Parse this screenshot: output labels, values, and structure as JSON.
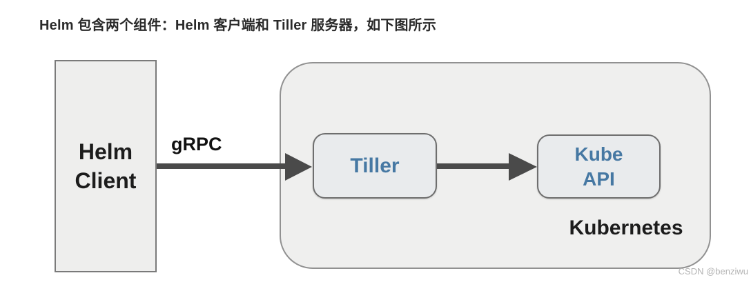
{
  "caption": "Helm 包含两个组件：Helm 客户端和 Tiller 服务器，如下图所示",
  "diagram": {
    "helm_client": {
      "line1": "Helm",
      "line2": "Client"
    },
    "grpc_label": "gRPC",
    "tiller_label": "Tiller",
    "kube_api": {
      "line1": "Kube",
      "line2": "API"
    },
    "kubernetes_label": "Kubernetes"
  },
  "watermark": "CSDN @benziwu",
  "colors": {
    "accent_blue": "#4678a3",
    "arrow_gray": "#4a4a4a",
    "node_fill": "#e9ebed",
    "panel_fill": "#efefee",
    "client_box_fill": "#eeeeed",
    "border_gray": "#7a7a7a",
    "text_dark": "#1c1c1c",
    "watermark_gray": "#b3b3b3"
  }
}
